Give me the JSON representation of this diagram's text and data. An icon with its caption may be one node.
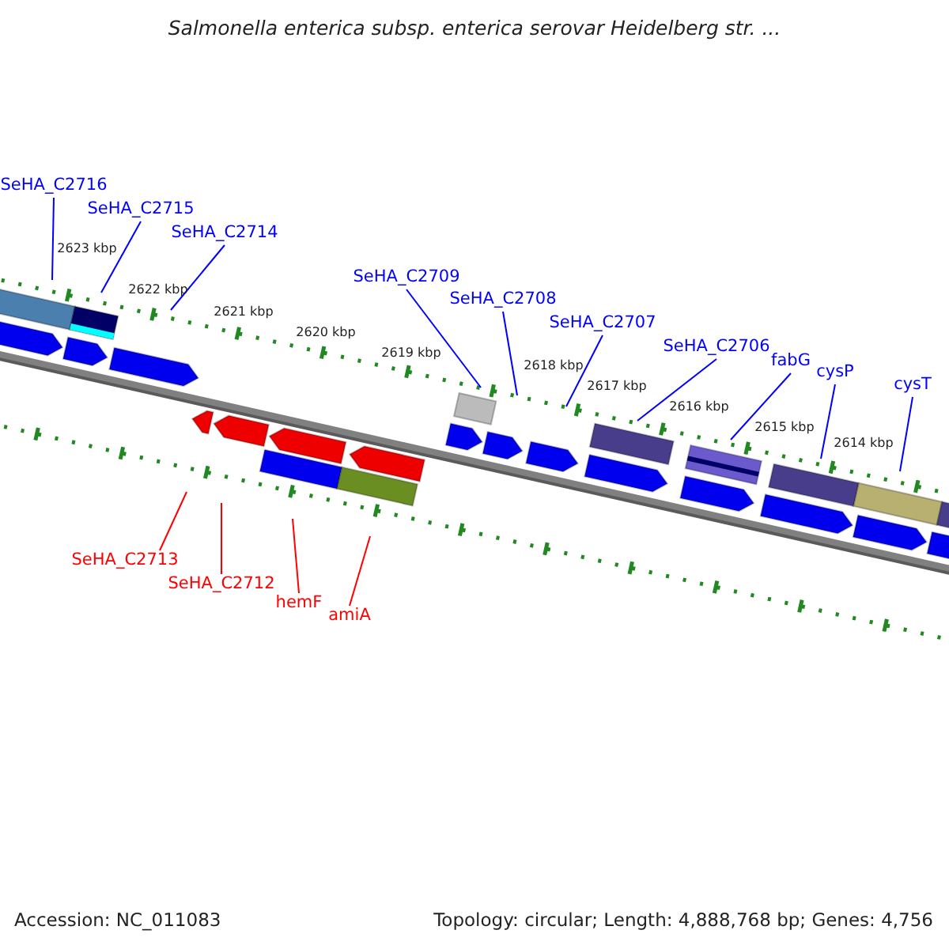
{
  "diagram": {
    "title": "Salmonella enterica subsp. enterica serovar Heidelberg str. ...",
    "nodes": [
      {
        "text": [
          "SeHA_C2716"
        ]
      },
      {
        "text": [
          "SeHA_C2715"
        ]
      },
      {
        "text": [
          "SeHA_C2714"
        ]
      },
      {
        "text": [
          "SeHA_C2709"
        ]
      },
      {
        "text": [
          "SeHA_C2708"
        ]
      },
      {
        "text": [
          "SeHA_C2707"
        ]
      },
      {
        "text": [
          "SeHA_C2706"
        ]
      },
      {
        "text": [
          "fabG"
        ]
      },
      {
        "text": [
          "cysP"
        ]
      },
      {
        "text": [
          "cysT"
        ]
      },
      {
        "text": [
          "SeHA_C2713"
        ]
      },
      {
        "text": [
          "SeHA_C2712"
        ]
      },
      {
        "text": [
          "hemF"
        ]
      },
      {
        "text": [
          "amiA"
        ]
      }
    ],
    "edges": [
      {
        "from": 0,
        "to": null,
        "arrow": "none"
      },
      {
        "from": 1,
        "to": null,
        "arrow": "none"
      },
      {
        "from": 2,
        "to": null,
        "arrow": "none"
      },
      {
        "from": 3,
        "to": null,
        "arrow": "none"
      },
      {
        "from": 4,
        "to": null,
        "arrow": "none"
      },
      {
        "from": 5,
        "to": null,
        "arrow": "none"
      },
      {
        "from": 6,
        "to": null,
        "arrow": "none"
      },
      {
        "from": 7,
        "to": null,
        "arrow": "none"
      },
      {
        "from": 8,
        "to": null,
        "arrow": "none"
      },
      {
        "from": 9,
        "to": null,
        "arrow": "none"
      },
      {
        "from": 10,
        "to": null,
        "arrow": "none",
        "color": "#ff0000"
      },
      {
        "from": 11,
        "to": null,
        "arrow": "none",
        "color": "#ff0000"
      },
      {
        "from": 12,
        "to": null,
        "arrow": "none",
        "color": "#ff0000"
      },
      {
        "from": 13,
        "to": null,
        "arrow": "none",
        "color": "#ff0000"
      }
    ],
    "labels": [
      "2623 kbp",
      "2622 kbp",
      "2621 kbp",
      "2620 kbp",
      "2619 kbp",
      "2618 kbp",
      "2617 kbp",
      "2616 kbp",
      "2615 kbp",
      "2614 kbp",
      "Accession: NC_011083",
      "Topology: circular; Length: 4,888,768 bp; Genes: 4,756"
    ]
  }
}
